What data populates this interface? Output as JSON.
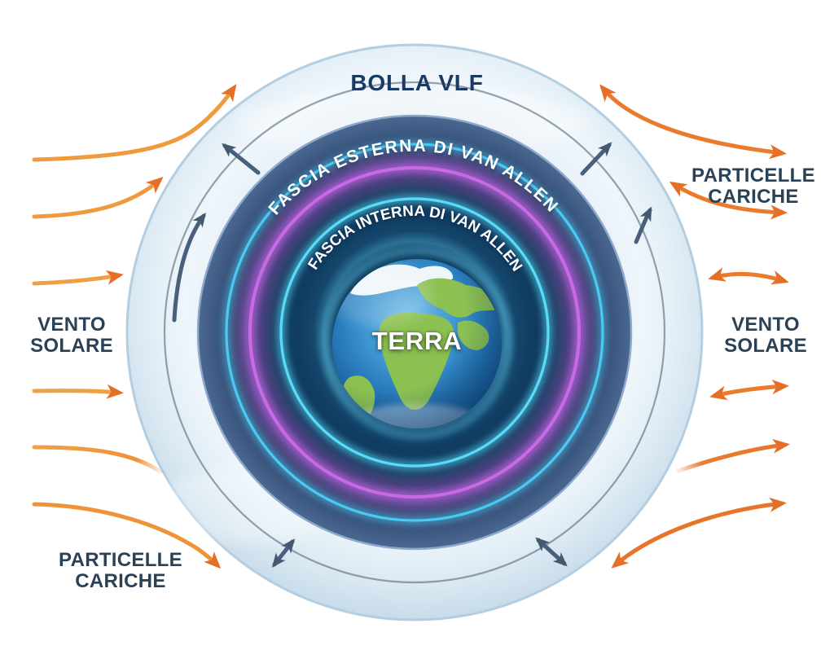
{
  "diagram": {
    "title": "BOLLA VLF",
    "belts": {
      "outer": "FASCIA ESTERNA DI VAN ALLEN",
      "inner": "FASCIA INTERNA DI VAN ALLEN"
    },
    "earth_label": "TERRA",
    "labels": {
      "solar_wind_left": "VENTO SOLARE",
      "solar_wind_right": "VENTO SOLARE",
      "charged_particles_top_right": "PARTICELLE CARICHE",
      "charged_particles_bottom_left": "PARTICELLE CARICHE"
    },
    "colors": {
      "orange_arrow": "#ee8a2f",
      "orange_arrow_head": "#e56f26",
      "slate_arrow": "#48607b",
      "cyan_ring": "#52d8f8",
      "magenta_ring": "#c76ae4",
      "belt_band": "#3d5680",
      "bubble_fill": "#e3eef6",
      "earth_ocean": "#2e84c4",
      "earth_land": "#8cc152",
      "title_text": "#1b3a63"
    }
  }
}
